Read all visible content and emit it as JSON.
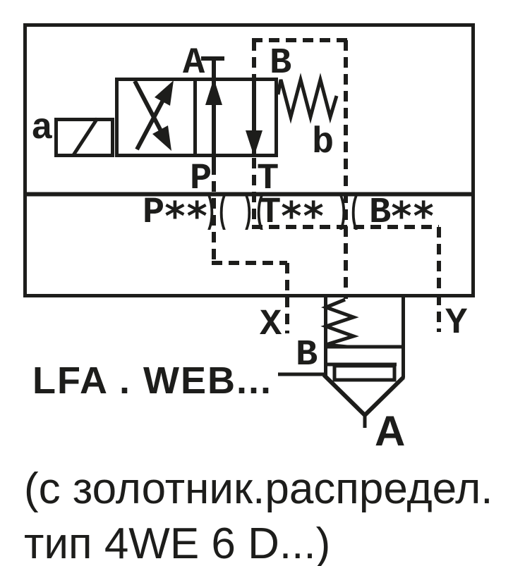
{
  "figure": {
    "ink_color": "#1d1d1b",
    "background_color": "#ffffff",
    "description": "hydraulic-logic-cartridge-valve-schematic"
  },
  "pilot_valve": {
    "solenoid_label": "a",
    "spring_label": "b",
    "port_top_left": "A",
    "port_top_right": "B",
    "port_bottom_left": "P",
    "port_bottom_right": "T"
  },
  "ports_row": {
    "plug_symbol": ")(",
    "p": {
      "letter": "P",
      "stars": "**"
    },
    "t": {
      "letter": "T",
      "stars": "**"
    },
    "b": {
      "letter": "B",
      "stars": "**"
    }
  },
  "control_lines": {
    "x_label": "X",
    "y_label": "Y"
  },
  "cartridge": {
    "port_b": "B",
    "port_a": "A"
  },
  "model_label": "LFA . WEB...",
  "caption": {
    "line1": "(с золотник.распредел.",
    "line2": "тип 4WE 6 D...)"
  }
}
